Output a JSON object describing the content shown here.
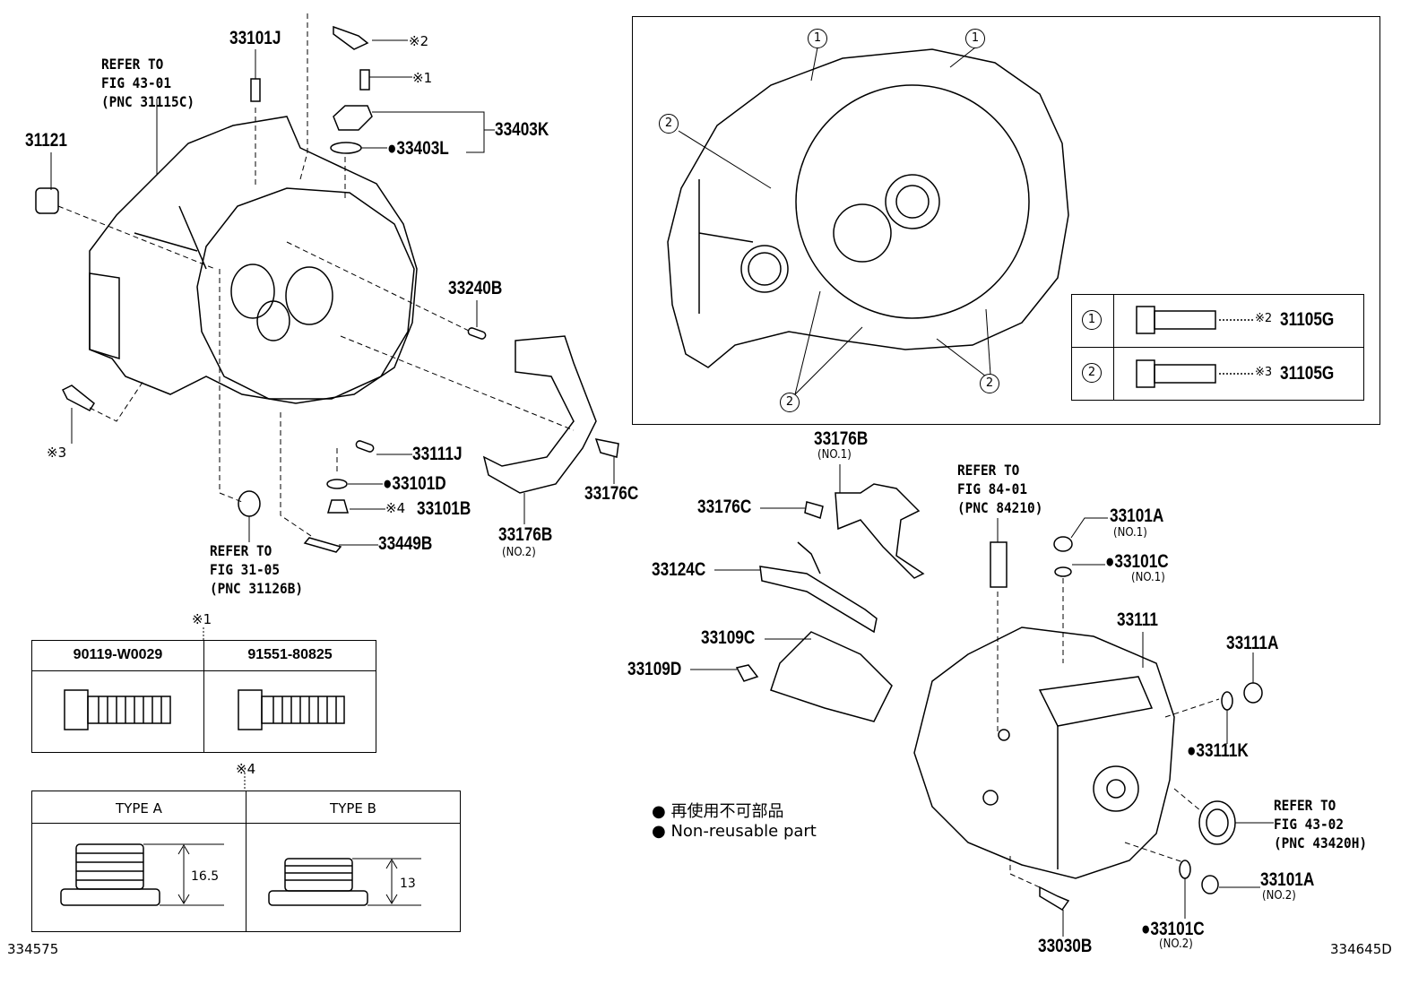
{
  "left": {
    "p33101J": "33101J",
    "ref1": {
      "l1": "REFER TO",
      "l2": "FIG 43-01",
      "l3": "(PNC 31115C)"
    },
    "p31121": "31121",
    "note2": "※2",
    "note1": "※1",
    "p33403K": "33403K",
    "p33403L": "●33403L",
    "p33240B": "33240B",
    "p33111J": "33111J",
    "p33101D": "●33101D",
    "p33101B_note": "※4",
    "p33101B": "33101B",
    "p33449B": "33449B",
    "p33176B": "33176B",
    "p33176B_sub": "(NO.2)",
    "p33176C": "33176C",
    "note3": "※3",
    "ref2": {
      "l1": "REFER TO",
      "l2": "FIG 31-05",
      "l3": "(PNC 31126B)"
    }
  },
  "table1": {
    "note": "※1",
    "col1": "90119-W0029",
    "col2": "91551-80825"
  },
  "table2": {
    "note": "※4",
    "col1": "TYPE A",
    "col2": "TYPE B",
    "dimA": "16.5",
    "dimB": "13"
  },
  "code_left": "334575",
  "inset": {
    "c1": "1",
    "c2": "2",
    "rows": [
      {
        "num": "1",
        "note": "※2",
        "part": "31105G"
      },
      {
        "num": "2",
        "note": "※3",
        "part": "31105G"
      }
    ]
  },
  "right": {
    "p33176B": "33176B",
    "p33176B_sub": "(NO.1)",
    "p33176C": "33176C",
    "p33124C": "33124C",
    "p33109C": "33109C",
    "p33109D": "33109D",
    "ref3": {
      "l1": "REFER TO",
      "l2": "FIG 84-01",
      "l3": "(PNC 84210)"
    },
    "p33101A1": "33101A",
    "p33101A1_sub": "(NO.1)",
    "p33101C1": "●33101C",
    "p33101C1_sub": "(NO.1)",
    "p33111": "33111",
    "p33111A": "33111A",
    "p33111K": "●33111K",
    "ref4": {
      "l1": "REFER TO",
      "l2": "FIG 43-02",
      "l3": "(PNC 43420H)"
    },
    "p33101A2": "33101A",
    "p33101A2_sub": "(NO.2)",
    "p33101C2": "●33101C",
    "p33101C2_sub": "(NO.2)",
    "p33030B": "33030B"
  },
  "legend": {
    "jp": "再使用不可部品",
    "en": "Non-reusable part"
  },
  "code_right": "334645D"
}
